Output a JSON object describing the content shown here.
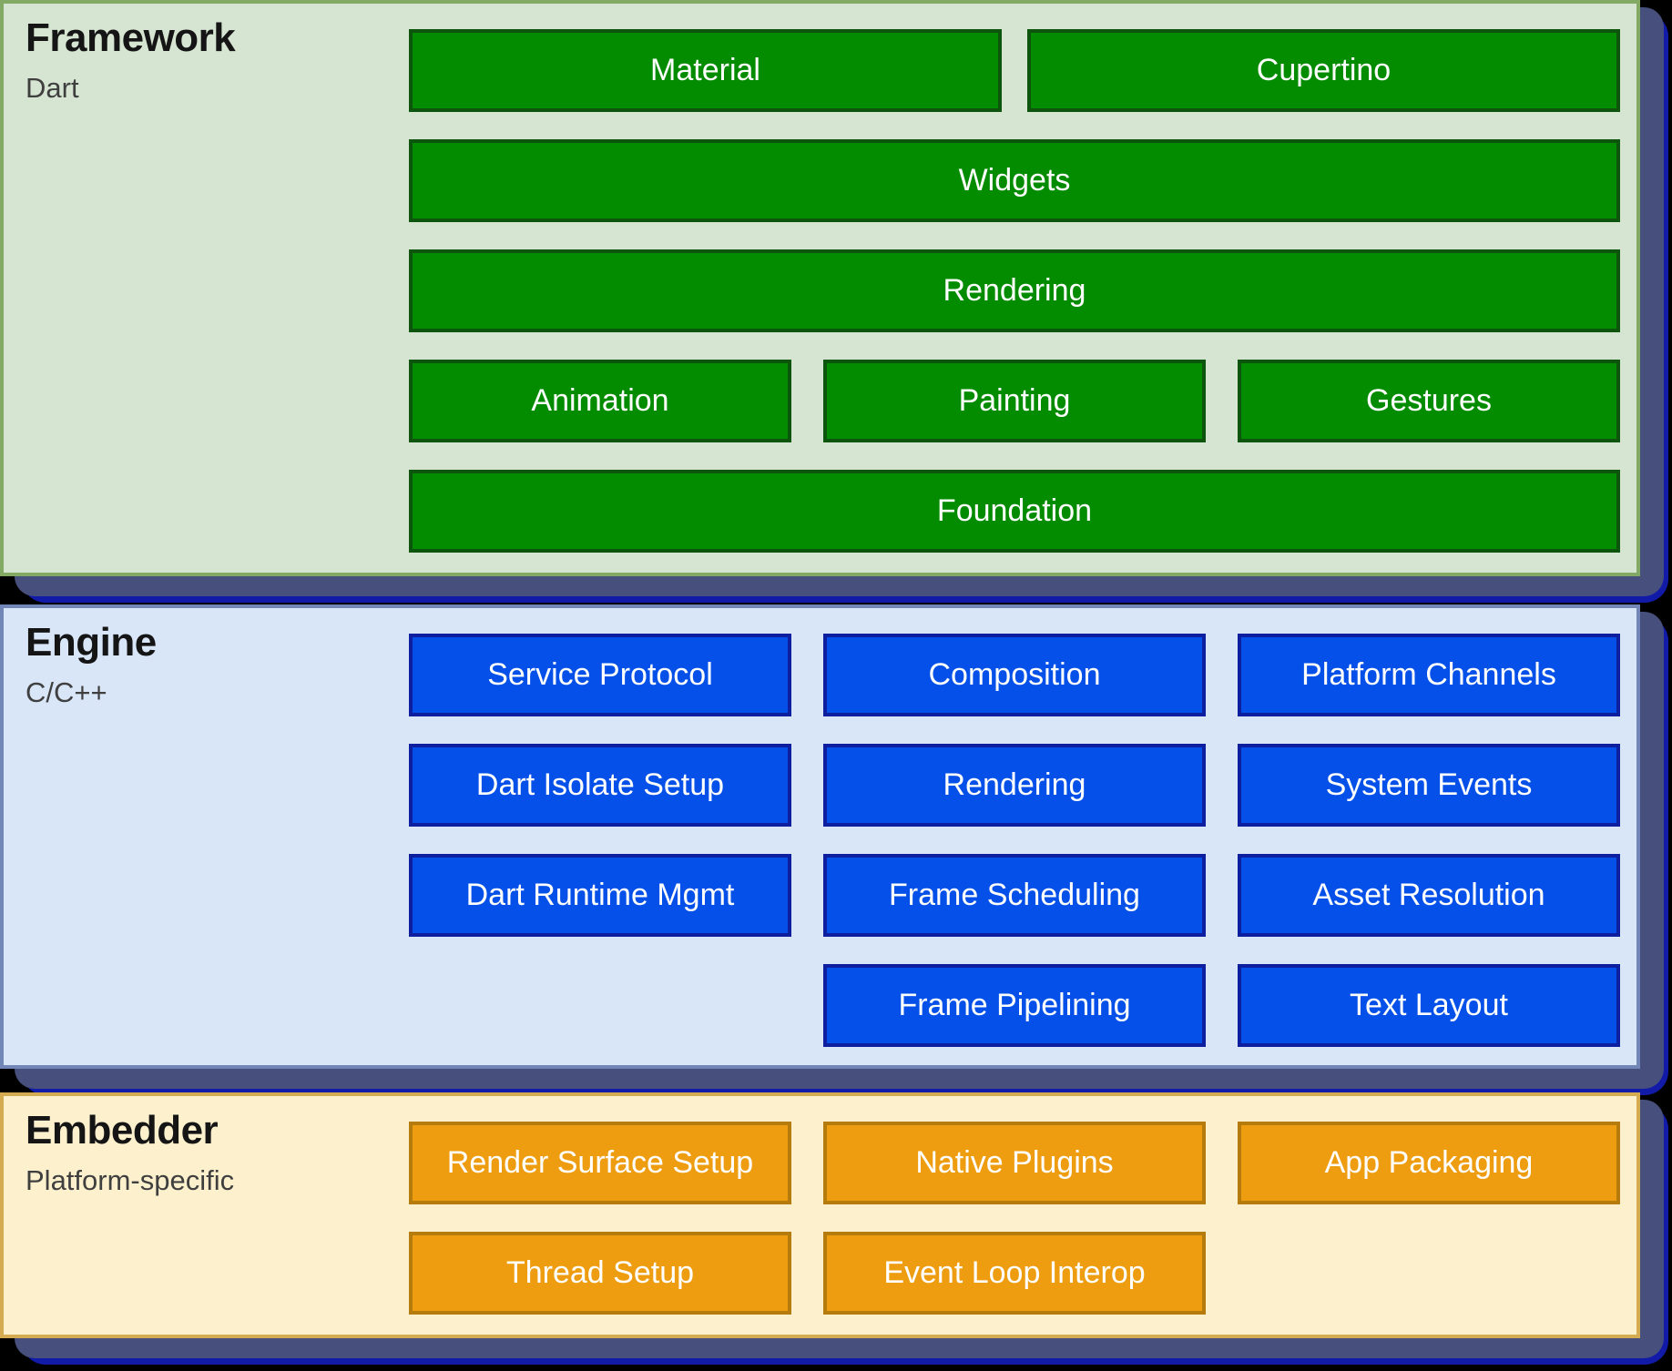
{
  "page": {
    "background": "#000000",
    "shadow_slate_color": "#47507d",
    "shadow_navy_color": "#111ba8",
    "box_text_color": "#ffffff",
    "title_color": "#151515",
    "subtitle_color": "#3f3f3f"
  },
  "layers": [
    {
      "id": "framework",
      "title": "Framework",
      "subtitle": "Dart",
      "panel_bg": "#d5e5d1",
      "panel_border": "#82aa65",
      "box_bg": "#048c00",
      "box_border": "#0d540c",
      "rows": [
        {
          "cols": 2,
          "boxes": [
            "Material",
            "Cupertino"
          ]
        },
        {
          "cols": 1,
          "boxes": [
            "Widgets"
          ]
        },
        {
          "cols": 1,
          "boxes": [
            "Rendering"
          ]
        },
        {
          "cols": 3,
          "boxes": [
            "Animation",
            "Painting",
            "Gestures"
          ]
        },
        {
          "cols": 1,
          "boxes": [
            "Foundation"
          ]
        }
      ]
    },
    {
      "id": "engine",
      "title": "Engine",
      "subtitle": "C/C++",
      "panel_bg": "#d9e6f8",
      "panel_border": "#7287b8",
      "box_bg": "#0550e8",
      "box_border": "#0d1f9f",
      "rows": [
        {
          "cols": 3,
          "boxes": [
            "Service Protocol",
            "Composition",
            "Platform Channels"
          ]
        },
        {
          "cols": 3,
          "boxes": [
            "Dart Isolate Setup",
            "Rendering",
            "System Events"
          ]
        },
        {
          "cols": 3,
          "boxes": [
            "Dart Runtime Mgmt",
            "Frame Scheduling",
            "Asset Resolution"
          ]
        },
        {
          "cols": 3,
          "boxes": [
            null,
            "Frame Pipelining",
            "Text Layout"
          ]
        }
      ]
    },
    {
      "id": "embedder",
      "title": "Embedder",
      "subtitle": "Platform-specific",
      "panel_bg": "#fdf1cd",
      "panel_border": "#d4ab51",
      "box_bg": "#ee9d11",
      "box_border": "#b57b0c",
      "rows": [
        {
          "cols": 3,
          "boxes": [
            "Render Surface Setup",
            "Native Plugins",
            "App Packaging"
          ]
        },
        {
          "cols": 3,
          "boxes": [
            "Thread Setup",
            "Event Loop Interop",
            null
          ]
        }
      ]
    }
  ]
}
